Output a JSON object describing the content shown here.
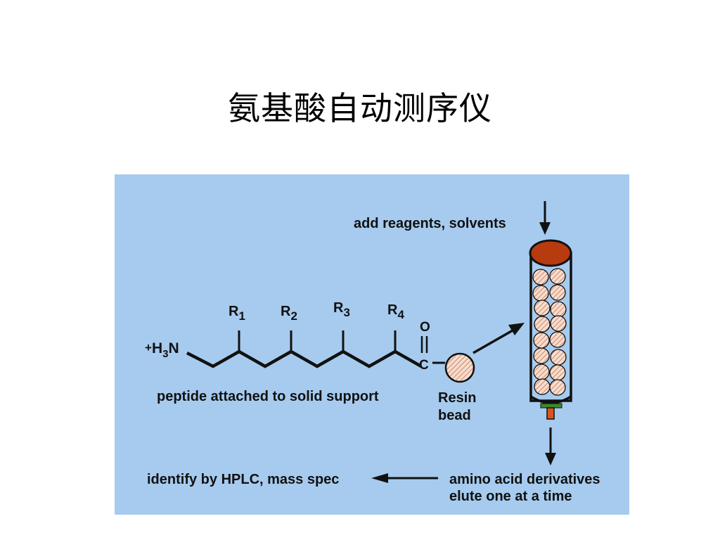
{
  "slide": {
    "title": "氨基酸自动测序仪"
  },
  "diagram": {
    "background_color": "#a6cbee",
    "labels": {
      "reagents": "add reagents, solvents",
      "peptide_caption": "peptide attached to solid support",
      "resin_line1": "Resin",
      "resin_line2": "bead",
      "identify": "identify by HPLC, mass spec",
      "elute_line1": "amino acid derivatives",
      "elute_line2": "elute one at a time"
    },
    "chemistry": {
      "amine_charge": "+",
      "amine_h": "H",
      "amine_sub": "3",
      "amine_n": "N",
      "side_chains": [
        {
          "letter": "R",
          "sub": "1"
        },
        {
          "letter": "R",
          "sub": "2"
        },
        {
          "letter": "R",
          "sub": "3"
        },
        {
          "letter": "R",
          "sub": "4"
        }
      ],
      "carbonyl_o": "O",
      "carbonyl_c": "C"
    },
    "colors": {
      "column_cap": "#b83a0f",
      "bead_fill": "#f6dccc",
      "bead_hatch": "#b85a3a",
      "stopcock_bar": "#3a8a2a",
      "stopcock_stem": "#d8561a",
      "stroke": "#111111"
    }
  }
}
